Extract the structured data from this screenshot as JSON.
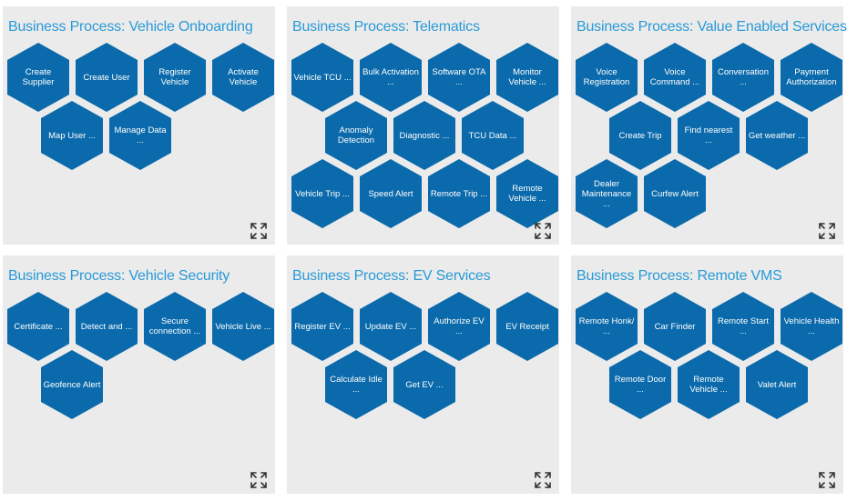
{
  "panels": [
    {
      "title": "Business Process: Vehicle Onboarding",
      "tiles": [
        "Create\nSupplier",
        "Create User",
        "Register\nVehicle",
        "Activate\nVehicle",
        "Map User ...",
        "Manage Data\n..."
      ]
    },
    {
      "title": "Business Process: Telematics",
      "tiles": [
        "Vehicle TCU ...",
        "Bulk Activation\n...",
        "Software OTA\n...",
        "Monitor\nVehicle ...",
        "Anomaly\nDetection",
        "Diagnostic ...",
        "TCU Data ...",
        "Vehicle Trip ...",
        "Speed Alert",
        "Remote Trip ...",
        "Remote\nVehicle ..."
      ]
    },
    {
      "title": "Business Process: Value Enabled Services",
      "tiles": [
        "Voice\nRegistration",
        "Voice\nCommand ...",
        "Conversation\n...",
        "Payment\nAuthorization",
        "Create Trip",
        "Find nearest\n...",
        "Get weather ...",
        "Dealer\nMaintenance\n...",
        "Curfew Alert"
      ]
    },
    {
      "title": "Business Process: Vehicle Security",
      "tiles": [
        "Certificate ...",
        "Detect and ...",
        "Secure\nconnection ...",
        "Vehicle Live ...",
        "Geofence Alert"
      ]
    },
    {
      "title": "Business Process: EV Services",
      "tiles": [
        "Register EV ...",
        "Update EV ...",
        "Authorize EV\n...",
        "EV Receipt",
        "Calculate Idle\n...",
        "Get EV ..."
      ]
    },
    {
      "title": "Business Process: Remote VMS",
      "tiles": [
        "Remote Honk/\n...",
        "Car Finder",
        "Remote Start\n...",
        "Vehicle Health\n...",
        "Remote Door\n...",
        "Remote\nVehicle ...",
        "Valet Alert"
      ]
    }
  ],
  "icons": {
    "expand": "expand-arrows-icon"
  },
  "colors": {
    "tile": "#0a6aab",
    "title": "#2a9ad6",
    "panel_bg": "#ebebeb"
  }
}
